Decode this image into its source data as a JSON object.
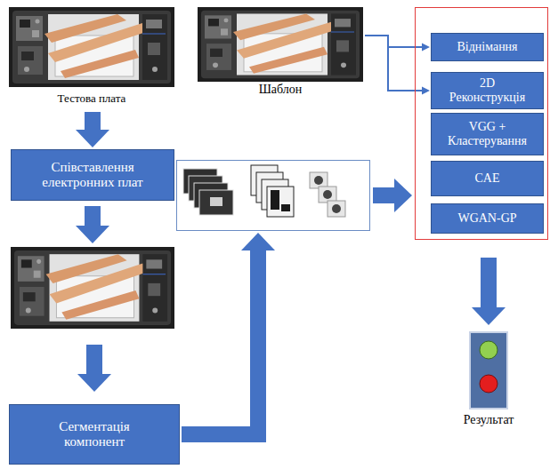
{
  "diagram": {
    "nodes": [
      {
        "text": [
          "Тестова плата"
        ]
      },
      {
        "text": [
          "Шаблон"
        ]
      },
      {
        "text": []
      },
      {
        "text": [
          "Віднімання"
        ],
        "in": 2
      },
      {
        "text": [
          "2D Реконструкція"
        ],
        "in": 2
      },
      {
        "text": [
          "VGG + Кластерування"
        ],
        "in": 2
      },
      {
        "text": [
          "CAE"
        ],
        "in": 2
      },
      {
        "text": [
          "WGAN-GP"
        ],
        "in": 2
      },
      {
        "text": [
          "Співставлення електронних плат"
        ]
      },
      {
        "text": []
      },
      {
        "text": []
      },
      {
        "text": [
          "Результат"
        ]
      },
      {
        "text": [
          "Сегментація компонент"
        ]
      }
    ],
    "edges": [
      {
        "from": 0,
        "to": 8,
        "arrow": "to"
      },
      {
        "from": 8,
        "to": 10,
        "arrow": "to"
      },
      {
        "from": 10,
        "to": 12,
        "arrow": "to"
      },
      {
        "from": 12,
        "to": 9,
        "arrow": "to"
      },
      {
        "from": 9,
        "to": 2,
        "arrow": "to"
      },
      {
        "from": 1,
        "to": 3,
        "arrow": "to"
      },
      {
        "from": 1,
        "to": 4,
        "arrow": "to"
      },
      {
        "from": 2,
        "to": 11,
        "arrow": "to"
      }
    ]
  }
}
